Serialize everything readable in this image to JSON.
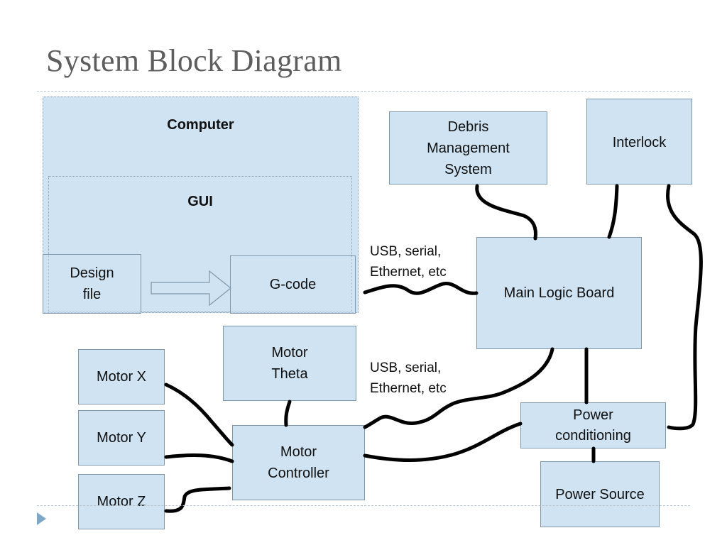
{
  "slide": {
    "title": "System Block Diagram"
  },
  "blocks": {
    "computer": "Computer",
    "gui": "GUI",
    "design_file": "Design\nfile",
    "gcode": "G-code",
    "debris": "Debris\nManagement\nSystem",
    "interlock": "Interlock",
    "main_logic": "Main Logic Board",
    "motor_theta": "Motor\nTheta",
    "motor_x": "Motor X",
    "motor_y": "Motor Y",
    "motor_z": "Motor Z",
    "motor_controller": "Motor\nController",
    "power_conditioning": "Power\nconditioning",
    "power_source": "Power Source"
  },
  "connection_labels": {
    "upper": "USB, serial,\nEthernet, etc",
    "lower": "USB, serial,\nEthernet, etc"
  },
  "colors": {
    "block_fill": "#cfe3f2",
    "block_border": "#7f97ab",
    "wire": "#000000",
    "title": "#5e5e5e",
    "nav_icon": "#7fa7c7"
  },
  "icons": {
    "arrow": "right-arrow-icon",
    "nav": "triangle-right-icon"
  }
}
